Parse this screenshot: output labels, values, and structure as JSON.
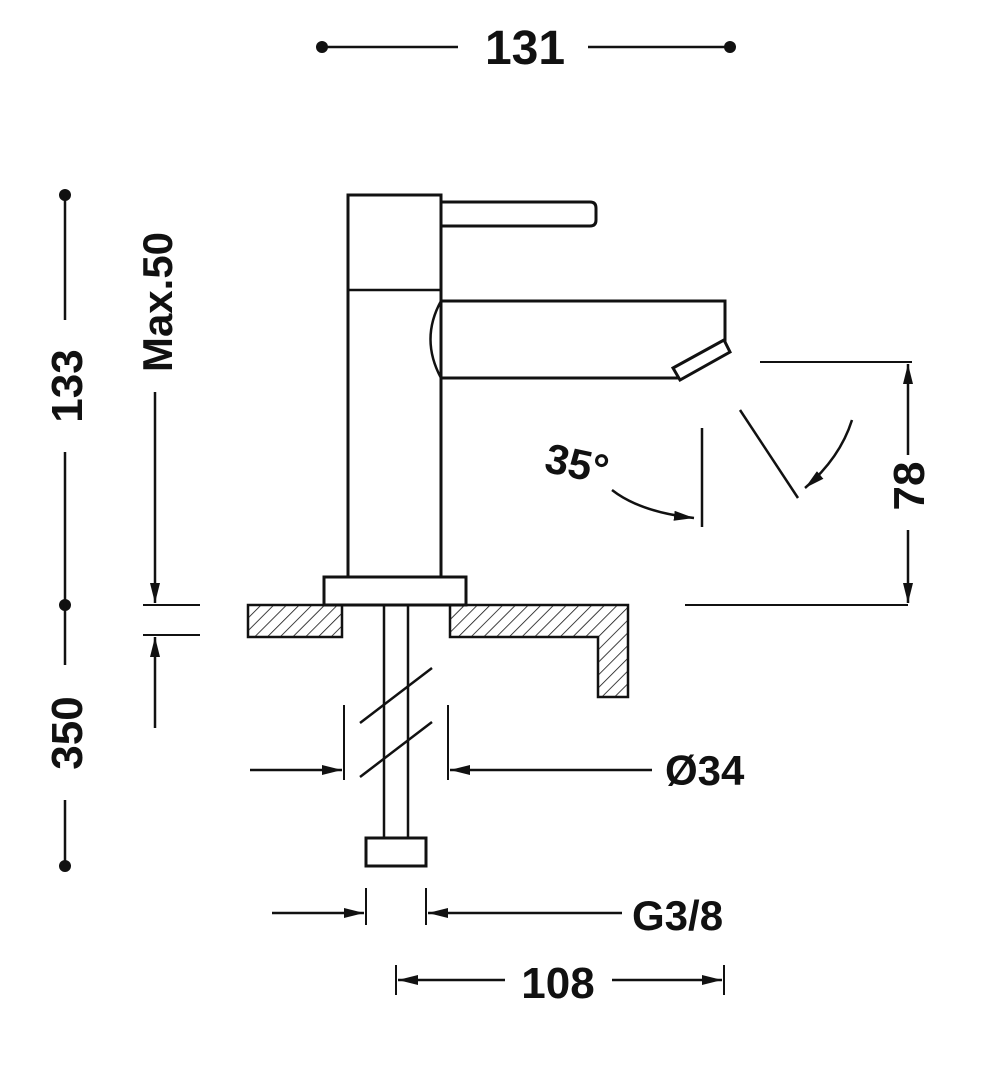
{
  "dimensions": {
    "total_width": "131",
    "total_height": "133",
    "max_deck_thickness": "Max.50",
    "pipe_length": "350",
    "spout_height": "78",
    "spray_angle": "35°",
    "base_diameter": "Ø34",
    "connection_thread": "G3/8",
    "spout_reach": "108"
  },
  "colors": {
    "line": "#111111",
    "background": "#ffffff",
    "hatch": "#111111"
  }
}
